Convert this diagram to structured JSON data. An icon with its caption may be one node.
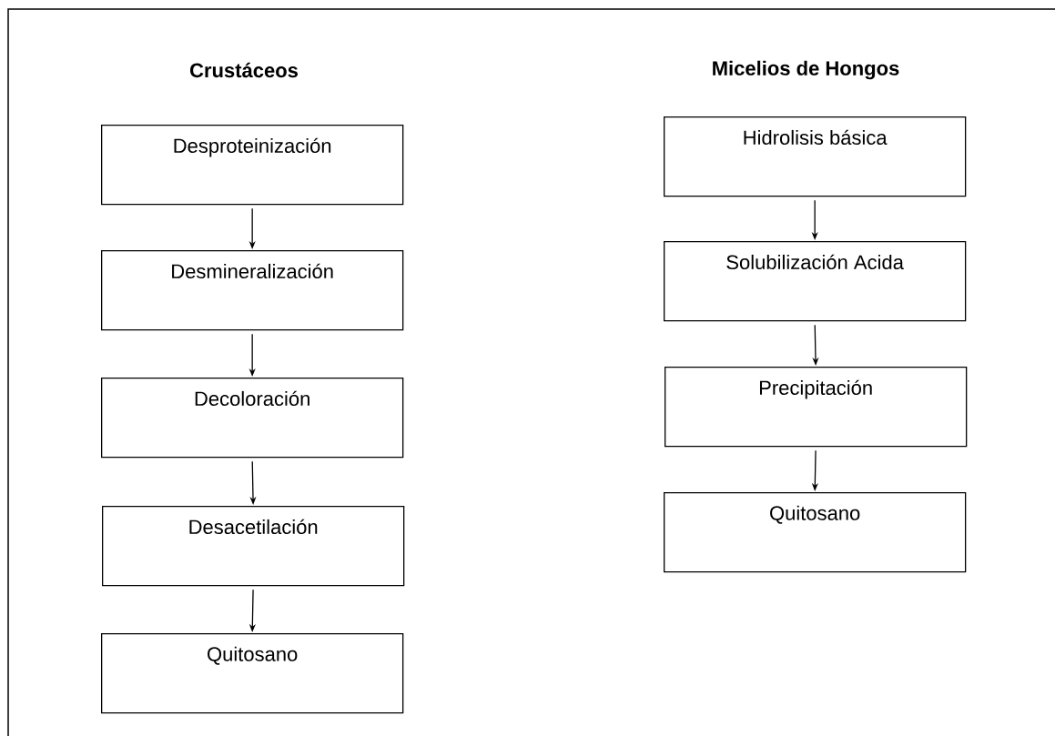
{
  "diagram": {
    "nodes": [
      {
        "text": [
          "Desproteinización"
        ]
      },
      {
        "text": [
          "Desmineralización"
        ]
      },
      {
        "text": [
          "Decoloración"
        ]
      },
      {
        "text": [
          "Desacetilación"
        ]
      },
      {
        "text": [
          "Quitosano"
        ]
      },
      {
        "text": [
          "Hidrolisis básica"
        ]
      },
      {
        "text": [
          "Solubilización Acida"
        ]
      },
      {
        "text": [
          "Precipitación"
        ]
      },
      {
        "text": [
          "Quitosano"
        ]
      }
    ],
    "edges": [
      {
        "from": 0,
        "to": 1,
        "arrow": "to"
      },
      {
        "from": 1,
        "to": 2,
        "arrow": "to"
      },
      {
        "from": 2,
        "to": 3,
        "arrow": "to"
      },
      {
        "from": 3,
        "to": 4,
        "arrow": "to"
      },
      {
        "from": 5,
        "to": 6,
        "arrow": "to"
      },
      {
        "from": 6,
        "to": 7,
        "arrow": "to"
      },
      {
        "from": 7,
        "to": 8,
        "arrow": "to"
      }
    ],
    "labels": [
      "Crustáceos",
      "Micelios de Hongos"
    ]
  }
}
